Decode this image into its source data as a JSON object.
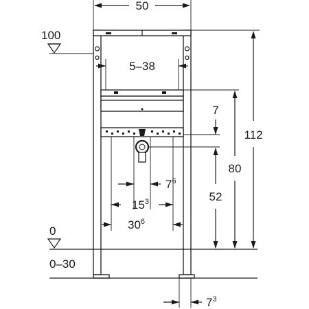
{
  "dimensions": {
    "width_top": "50",
    "level_top": "100",
    "bracket_range": "5–38",
    "height_total": "112",
    "height_mid": "80",
    "gap_small": "7",
    "height_low": "52",
    "offset_side": {
      "base": "7",
      "sup": "6"
    },
    "spacing_inner": {
      "base": "15",
      "sup": "3"
    },
    "spacing_outer": {
      "base": "30",
      "sup": "6"
    },
    "level_floor": "0",
    "floor_range": "0–30",
    "foot_width": {
      "base": "7",
      "sup": "3"
    }
  }
}
